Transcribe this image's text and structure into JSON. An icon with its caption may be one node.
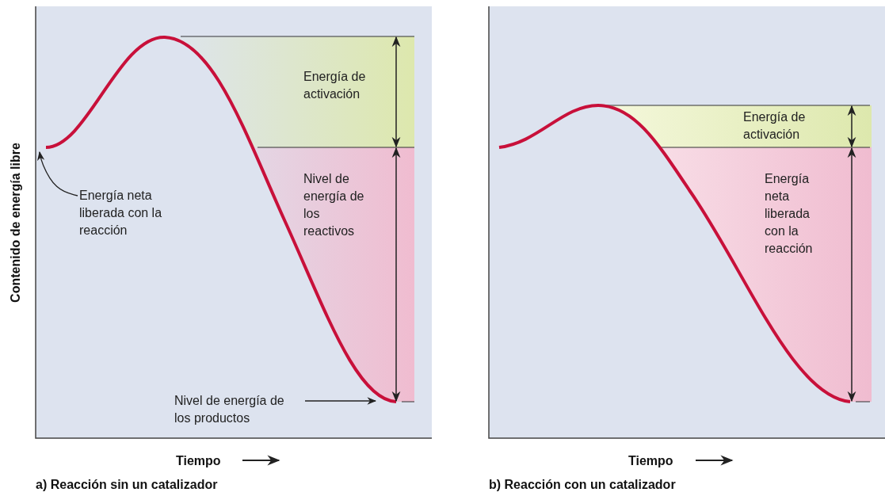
{
  "diagram": {
    "nodes": [
      {
        "text": [
          "Energía neta liberada con la reacción"
        ]
      },
      {
        "text": [
          "Nivel de energía de los productos"
        ]
      }
    ],
    "edges": [
      {
        "from": 0,
        "to": null,
        "arrow": "to"
      },
      {
        "from": 1,
        "to": null,
        "arrow": "to"
      }
    ],
    "labels": [
      "Energía de activación",
      "Nivel de energía de los reactivos",
      "Contenido de energía libre",
      "Tiempo",
      "a) Reacción sin un catalizador",
      "Energía de activación",
      "Energía neta liberada con la reacción",
      "Tiempo",
      "b) Reacción con un catalizador"
    ]
  }
}
